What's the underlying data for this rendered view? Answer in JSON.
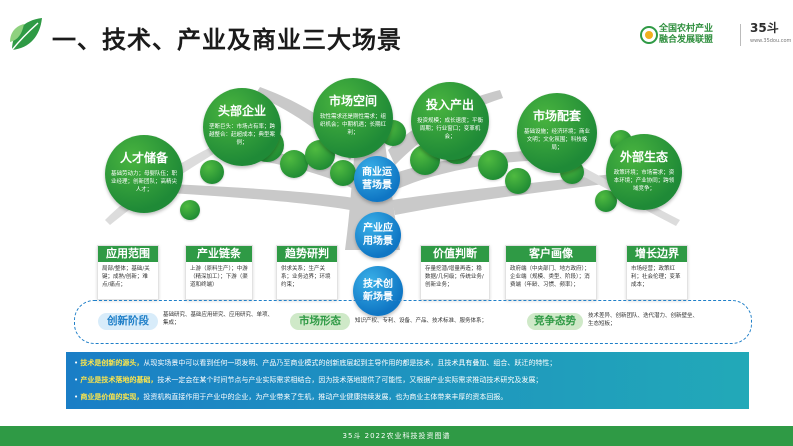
{
  "header": {
    "title": "一、技术、产业及商业三大场景",
    "brand_line1": "全国农村产业",
    "brand_line2": "融合发展联盟",
    "brand_35": "35斗",
    "brand_35_url": "www.35dou.com"
  },
  "canopies": [
    {
      "title": "人才储备",
      "sub": "基础劳动力；母婴队伍；职业经理；创新团队；高精尖人才；"
    },
    {
      "title": "头部企业",
      "sub": "垄断巨头：市场占有率；跨越整合：赶超成本；典型案例；"
    },
    {
      "title": "市场空间",
      "sub": "软性需求还是刚性需求；组织机会；中期机遇；长期红利；"
    },
    {
      "title": "投入产出",
      "sub": "投资规模；成长速度；平衡周期；行业窗口；变革机会；"
    },
    {
      "title": "市场配套",
      "sub": "基础设施；经济环境；商业文明；文化氛围；科技格局；"
    },
    {
      "title": "外部生态",
      "sub": "政策环境；市场需求；资本环境；产业协同；跨领域竞争；"
    }
  ],
  "trunk_balls": [
    {
      "label": "商业运营场景"
    },
    {
      "label": "产业应用场景"
    },
    {
      "label": "技术创新场景"
    }
  ],
  "cards": [
    {
      "title": "应用范围",
      "body": "局部/整体；基础/关键；成熟/创新；难点/痛点；"
    },
    {
      "title": "产业链条",
      "body": "上游（原料生产）；中游（精深加工）；下游（渠道和终端）"
    },
    {
      "title": "趋势研判",
      "body": "供求关系；生产关系；业务边界；环境约束；"
    },
    {
      "title": "价值判断",
      "body": "存量挖潜/增量再造；稳数据/几何级；传统业务/创新业务；"
    },
    {
      "title": "客户画像",
      "body": "政府端（中央部门、地方政府）；企业端（规模、类型、阶段）；消费端（年龄、习惯、频率）；"
    },
    {
      "title": "增长边界",
      "body": "市场经营；政策红利；社会伦理；变革成本；"
    }
  ],
  "dash_row": {
    "pill1": "创新阶段",
    "text1": "基础研究、基础应用研究、应用研究、单项、集成；",
    "pill2": "市场形态",
    "text2": "知识产权、专利、设备、产品、技术标准、服务体系；",
    "pill3": "竞争态势",
    "text3": "技术差异、创新团队、迭代潜力、创新壁垒、生态短板；"
  },
  "bottom": [
    {
      "bold": "技术是创新的源头，",
      "rest": "从现实场景中可以看到任何一项发明、产品乃至商业模式的创新底层起到主导作用的都是技术，且技术具有叠加、组合、跃迁的特性；"
    },
    {
      "bold": "产业是技术落地的基础，",
      "rest": "技术一定会在某个时间节点与产业实际需求相结合，因为技术落地提供了可能性，又根据产业实际需求推动技术研究及发展；"
    },
    {
      "bold": "商业是价值的实现，",
      "rest": "投资机构直接作用于产业中的企业，为产业带来了生机，推动产业健康持续发展，也为商业主体带来丰厚的资本回报。"
    }
  ],
  "footer": "35斗 2022农业科技投资图谱"
}
